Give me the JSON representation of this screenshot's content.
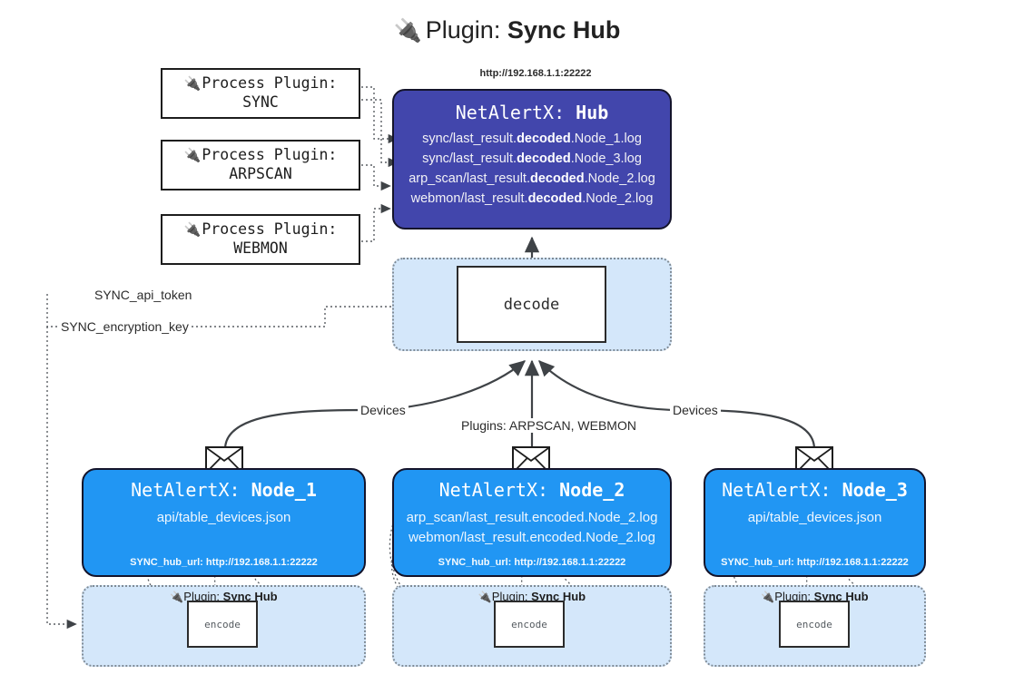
{
  "title": {
    "icon": "plug-icon",
    "prefix": "Plugin:",
    "name": "Sync Hub"
  },
  "process_plugins": [
    {
      "icon": "plug-icon",
      "line1": "Process Plugin:",
      "line2": "SYNC"
    },
    {
      "icon": "plug-icon",
      "line1": "Process Plugin:",
      "line2": "ARPSCAN"
    },
    {
      "icon": "plug-icon",
      "line1": "Process Plugin:",
      "line2": "WEBMON"
    }
  ],
  "hub": {
    "url": "http://192.168.1.1:22222",
    "title_prefix": "NetAlertX:",
    "title_name": "Hub",
    "logs": [
      {
        "pre": "sync/last_result.",
        "strong": "decoded",
        "post": ".Node_1.log"
      },
      {
        "pre": "sync/last_result.",
        "strong": "decoded",
        "post": ".Node_3.log"
      },
      {
        "pre": "arp_scan/last_result.",
        "strong": "decoded",
        "post": ".Node_2.log"
      },
      {
        "pre": "webmon/last_result.",
        "strong": "decoded",
        "post": ".Node_2.log"
      }
    ]
  },
  "decode": {
    "label": "decode"
  },
  "settings_edges": [
    {
      "label": "SYNC_api_token"
    },
    {
      "label": "SYNC_encryption_key"
    }
  ],
  "flow_labels": {
    "left_devices": "Devices",
    "center_plugins": "Plugins: ARPSCAN, WEBMON",
    "right_devices": "Devices"
  },
  "nodes": [
    {
      "id": "node-1",
      "title_prefix": "NetAlertX:",
      "title_name": "Node_1",
      "lines": [
        "api/table_devices.json"
      ],
      "footer": "SYNC_hub_url: http://192.168.1.1:22222",
      "icon": "envelope-icon"
    },
    {
      "id": "node-2",
      "title_prefix": "NetAlertX:",
      "title_name": "Node_2",
      "lines": [
        "arp_scan/last_result.encoded.Node_2.log",
        "webmon/last_result.encoded.Node_2.log"
      ],
      "footer": "SYNC_hub_url: http://192.168.1.1:22222",
      "icon": "envelope-icon"
    },
    {
      "id": "node-3",
      "title_prefix": "NetAlertX:",
      "title_name": "Node_3",
      "lines": [
        "api/table_devices.json"
      ],
      "footer": "SYNC_hub_url: http://192.168.1.1:22222",
      "icon": "envelope-icon"
    }
  ],
  "plugin_bands": [
    {
      "icon": "plug-icon",
      "prefix": "Plugin:",
      "name": "Sync Hub",
      "encode_label": "encode"
    },
    {
      "icon": "plug-icon",
      "prefix": "Plugin:",
      "name": "Sync Hub",
      "encode_label": "encode"
    },
    {
      "icon": "plug-icon",
      "prefix": "Plugin:",
      "name": "Sync Hub",
      "encode_label": "encode"
    }
  ],
  "colors": {
    "hub_fill": "#4246ac",
    "node_fill": "#2196f3",
    "band_fill": "#d4e7fa",
    "border": "#14142b",
    "edge": "#3f4347"
  }
}
